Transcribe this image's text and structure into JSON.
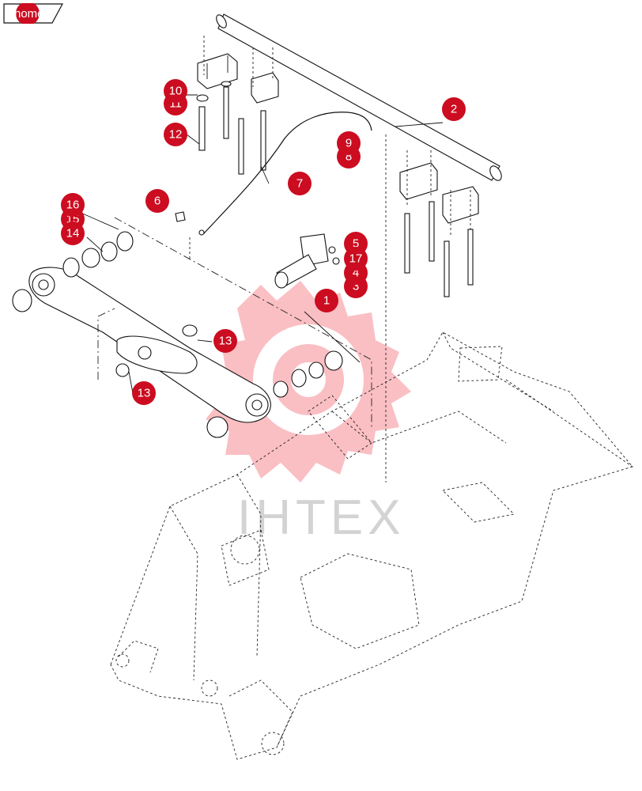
{
  "home_button": {
    "label": "home"
  },
  "watermark": {
    "text": "ІНТЕХ",
    "color": "#f23b47"
  },
  "callout_color": "#cc0c20",
  "callouts": [
    "1",
    "2",
    "3",
    "4",
    "5",
    "6",
    "7",
    "8",
    "9",
    "10",
    "11",
    "12",
    "13",
    "13",
    "14",
    "15",
    "16",
    "17"
  ]
}
